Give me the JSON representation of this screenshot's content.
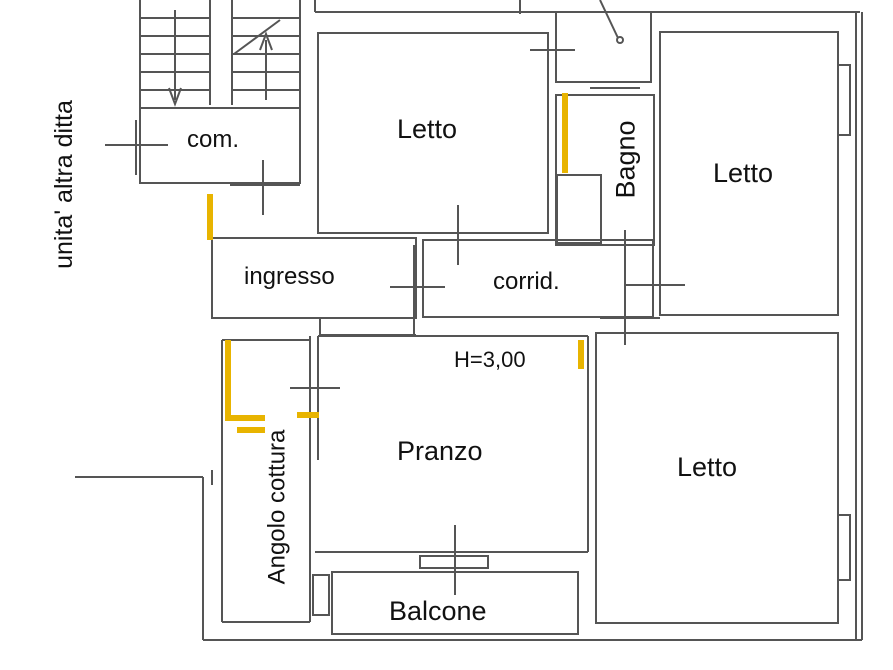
{
  "labels": {
    "external_unit": "unita' altra ditta",
    "stair": "com.",
    "bed_top": "Letto",
    "bath": "Bagno",
    "bed_right_top": "Letto",
    "entrance": "ingresso",
    "corridor": "corrid.",
    "ceiling_height": "H=3,00",
    "kitchen": "Angolo cottura",
    "dining": "Pranzo",
    "bed_right_bottom": "Letto",
    "balcony": "Balcone"
  },
  "colors": {
    "wall": "#555555",
    "highlight": "#e8b400",
    "background": "#ffffff"
  }
}
